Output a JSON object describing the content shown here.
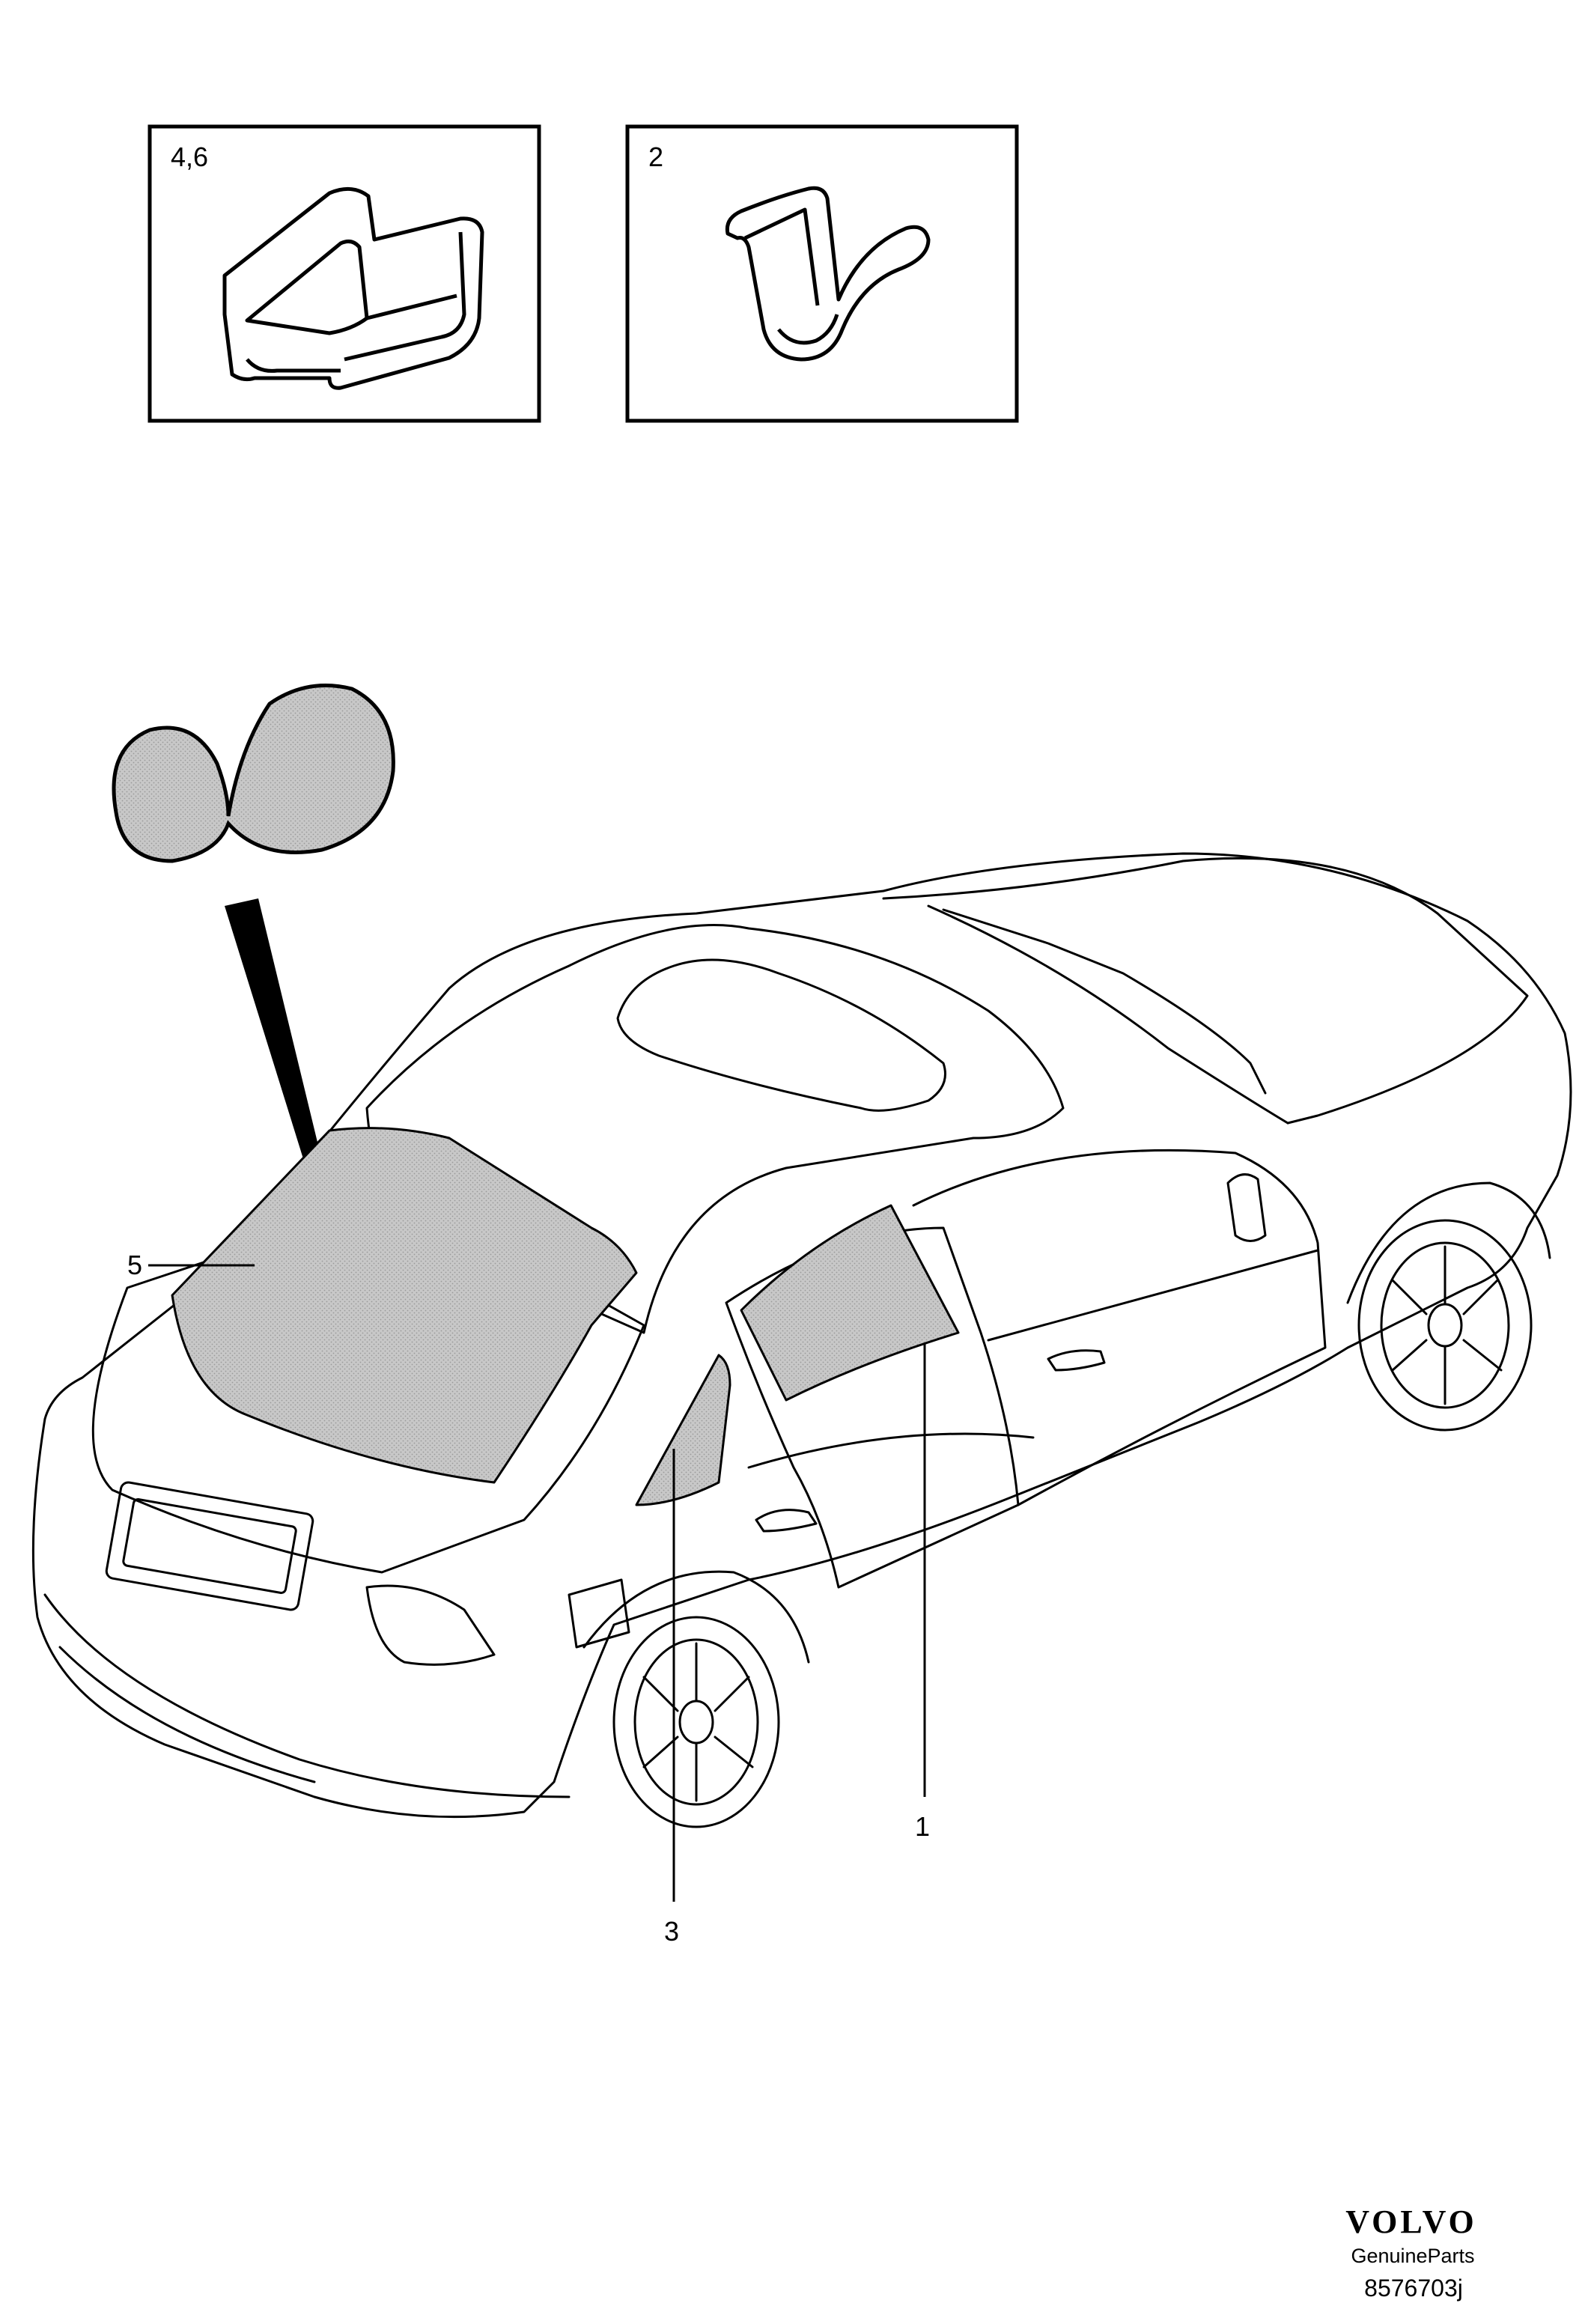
{
  "detail_boxes": [
    {
      "label": "4,6"
    },
    {
      "label": "2"
    }
  ],
  "callouts": {
    "rear_window": "5",
    "side_window": "1",
    "quarter_window": "3"
  },
  "brand": {
    "logo": "VOLVO",
    "subtitle": "GenuineParts",
    "drawing_number": "8576703j"
  }
}
